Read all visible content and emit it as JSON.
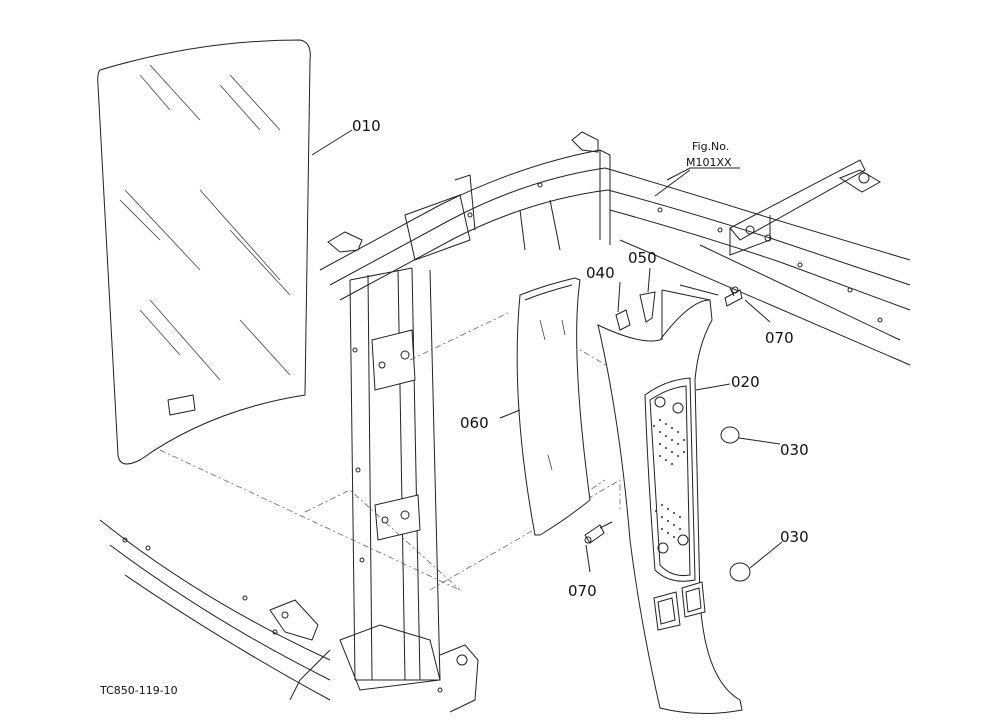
{
  "figure_ref": {
    "line1": "Fig.No.",
    "line2": "M101XX"
  },
  "drawing_code": "TC850-119-10",
  "callouts": {
    "p010": "010",
    "p020": "020",
    "p030a": "030",
    "p030b": "030",
    "p040": "040",
    "p050": "050",
    "p060": "060",
    "p070a": "070",
    "p070b": "070"
  }
}
